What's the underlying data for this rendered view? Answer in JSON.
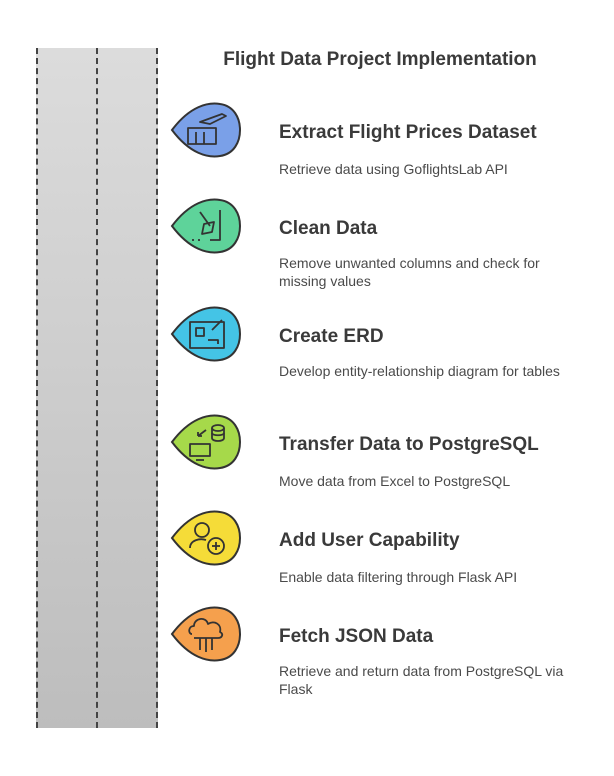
{
  "title": "Flight Data Project Implementation",
  "steps": [
    {
      "title": "Extract Flight Prices Dataset",
      "desc": "Retrieve data using GoflightsLab API",
      "icon": "airport-icon",
      "color": "#7aa0e8"
    },
    {
      "title": "Clean Data",
      "desc": "Remove unwanted columns and check for missing values",
      "icon": "broom-icon",
      "color": "#5ed39a"
    },
    {
      "title": "Create ERD",
      "desc": "Develop entity-relationship diagram for tables",
      "icon": "blueprint-icon",
      "color": "#44c4e6"
    },
    {
      "title": "Transfer Data to PostgreSQL",
      "desc": "Move data from Excel to PostgreSQL",
      "icon": "database-transfer-icon",
      "color": "#a6d94a"
    },
    {
      "title": "Add User Capability",
      "desc": "Enable data filtering through Flask API",
      "icon": "add-user-icon",
      "color": "#f5dc38"
    },
    {
      "title": "Fetch JSON Data",
      "desc": "Retrieve and return data from PostgreSQL via Flask",
      "icon": "cloud-circuit-icon",
      "color": "#f5a04d"
    }
  ]
}
